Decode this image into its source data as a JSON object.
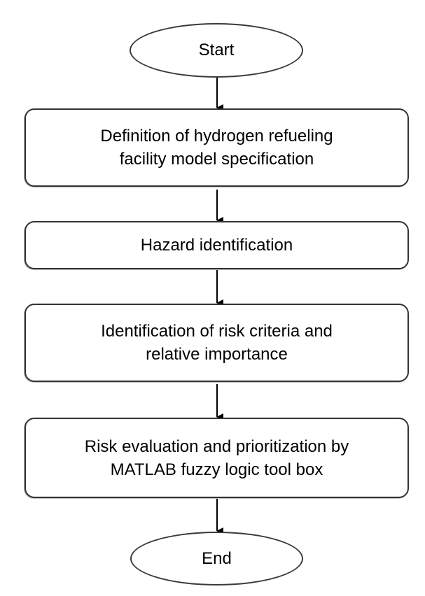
{
  "flowchart": {
    "start": {
      "label": "Start"
    },
    "steps": [
      {
        "lines": [
          "Definition of hydrogen refueling",
          "facility model specification"
        ]
      },
      {
        "lines": [
          "Hazard identification"
        ]
      },
      {
        "lines": [
          "Identification of risk criteria and",
          "relative importance"
        ]
      },
      {
        "lines": [
          "Risk evaluation and prioritization by",
          "MATLAB fuzzy logic tool box"
        ]
      }
    ],
    "end": {
      "label": "End"
    },
    "edges": [
      {
        "from": "start",
        "to": "step-1"
      },
      {
        "from": "step-1",
        "to": "step-2"
      },
      {
        "from": "step-2",
        "to": "step-3"
      },
      {
        "from": "step-3",
        "to": "step-4"
      },
      {
        "from": "step-4",
        "to": "end"
      }
    ]
  }
}
